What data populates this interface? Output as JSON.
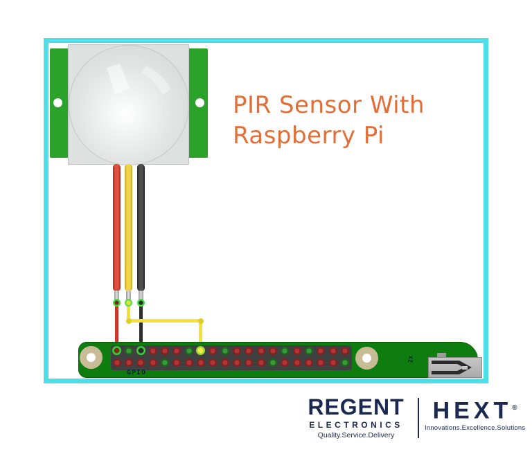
{
  "frame": {
    "border_color": "#4ddee8"
  },
  "title": {
    "line1": "PIR Sensor With",
    "line2": "Raspberry Pi",
    "color": "#e26e38"
  },
  "sensor": {
    "pcb_color": "#2ba32b",
    "body_color": "#dde2e0",
    "dome_color": "#dfe3e1"
  },
  "wires": {
    "red": "#c9382a",
    "red_gradient": "linear-gradient(90deg,#a82a1e,#e05040 30%,#e05040 70%,#a82a1e)",
    "yellow": "#f2e231",
    "yellow_gradient": "linear-gradient(90deg,#c7a52e,#f0d44a 30%,#f0d44a 70%,#c7a52e)",
    "black": "#2e2e2e",
    "black_gradient": "linear-gradient(90deg,#232323,#4e4e4e 30%,#4e4e4e 70%,#232323)",
    "connector_green": "#44d944"
  },
  "gpio": {
    "label": "GPIO",
    "connector_label": "2x",
    "board_color": "#0e7c0e",
    "pin_block_color": "#3f4040",
    "mount_hole_color": "#c8bc96",
    "pin_colors": {
      "red": {
        "ring": "#7e2222",
        "dot": "#b23434"
      },
      "green": {
        "ring": "#1e651e",
        "dot": "#3a9a3a"
      },
      "red-wire": {
        "ring": "#3ecb3e",
        "dot": "#7c2d12"
      },
      "black-wire": {
        "ring": "#3ecb3e",
        "dot": "#203220"
      },
      "yellow-wire": {
        "ring": "#9ed53a",
        "dot": "#f0ee46"
      }
    },
    "top_row": [
      "red-wire",
      "green",
      "black-wire",
      "red",
      "red",
      "red",
      "green",
      "yellow-wire",
      "red",
      "green",
      "red",
      "red",
      "red",
      "red",
      "green",
      "red",
      "green",
      "red",
      "red",
      "red"
    ],
    "bottom_row": [
      "red",
      "red",
      "red",
      "red",
      "green",
      "red",
      "red",
      "red",
      "red",
      "red",
      "red",
      "red",
      "red",
      "green",
      "red",
      "red",
      "red",
      "red",
      "red",
      "green"
    ]
  },
  "footer": {
    "brand_color": "#1b2950",
    "regent": {
      "name": "REGENT",
      "sub": "ELECTRONICS",
      "tagline": "Quality.Service.Delivery"
    },
    "hext": {
      "name": "HEXT",
      "reg": "®",
      "tagline": "Innovations.Excellence.Solutions"
    }
  }
}
